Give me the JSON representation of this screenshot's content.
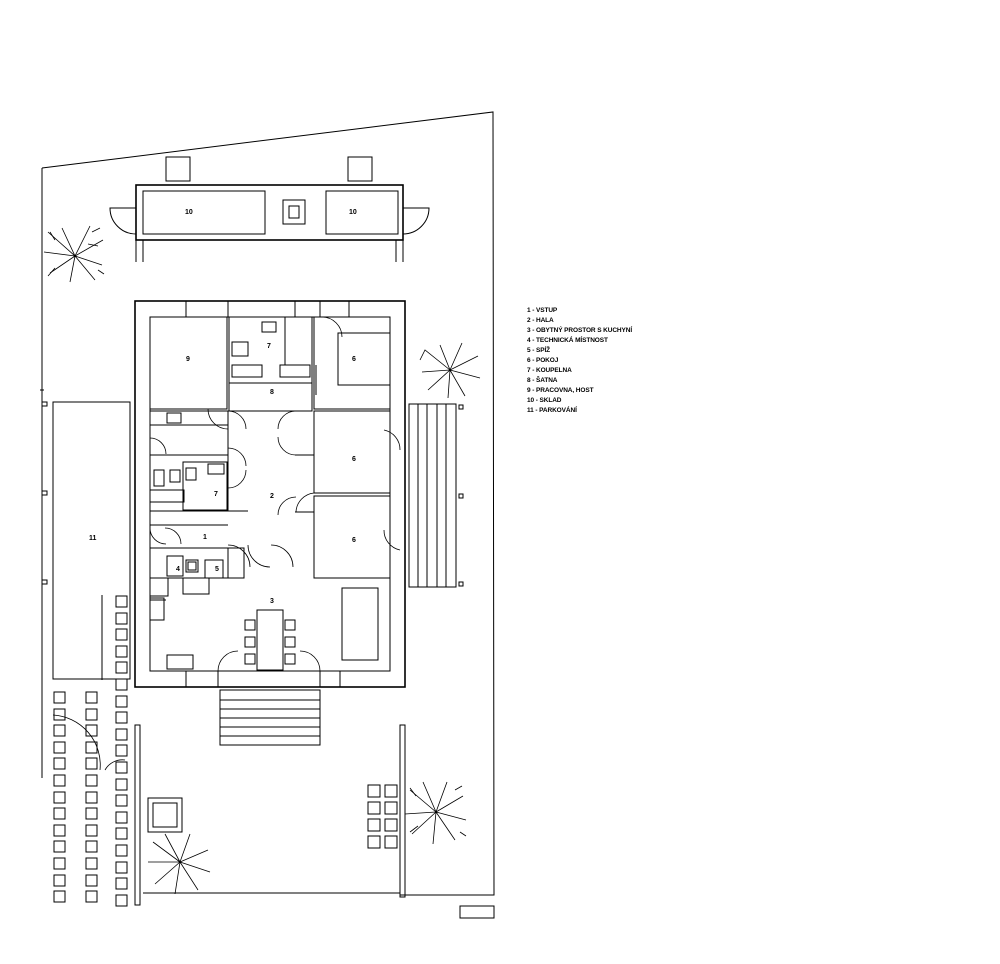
{
  "plan": {
    "room_labels": {
      "storage_left": "10",
      "storage_right": "10",
      "study": "9",
      "bathroom_upper": "7",
      "bedroom_upper": "6",
      "wardrobe": "8",
      "bedroom_middle": "6",
      "bathroom_lower": "7",
      "hall": "2",
      "bedroom_lower": "6",
      "entrance": "1",
      "technical_room": "4",
      "pantry": "5",
      "living_kitchen": "3",
      "parking": "11"
    },
    "legend": [
      "1 - VSTUP",
      "2 - HALA",
      "3 - OBYTNÝ PROSTOR S KUCHYNÍ",
      "4 - TECHNICKÁ MÍSTNOST",
      "5 - SPÍŽ",
      "6 - POKOJ",
      "7 - KOUPELNA",
      "8 - ŠATNA",
      "9 - PRACOVNA, HOST",
      "10 - SKLAD",
      "11 - PARKOVÁNÍ"
    ]
  }
}
